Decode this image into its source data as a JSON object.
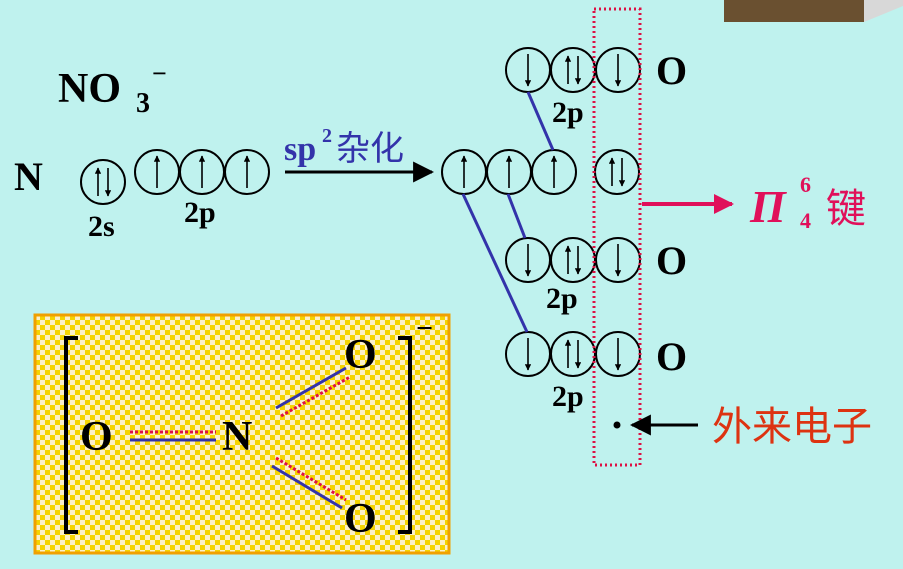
{
  "title": {
    "formula_main": "NO",
    "formula_sub": "3",
    "formula_sup": "−"
  },
  "nitrogen": {
    "symbol": "N",
    "label_2s": "2s",
    "label_2p": "2p"
  },
  "hybrid_arrow": {
    "label_sp": "sp",
    "label_sup": "2",
    "label_cn": "杂化"
  },
  "oxygen_rows": [
    {
      "symbol": "O",
      "label": "2p"
    },
    {
      "symbol": "O",
      "label": "2p"
    },
    {
      "symbol": "O",
      "label": "2p"
    }
  ],
  "pi_bond": {
    "symbol": "Π",
    "sub": "4",
    "sup": "6",
    "word": "键"
  },
  "extra_electron": {
    "label": "外来电子"
  },
  "structure": {
    "charge": "−",
    "left_o": "O",
    "center_n": "N",
    "top_o": "O",
    "bottom_o": "O"
  },
  "colors": {
    "background": "#bff2ee",
    "bond_blue": "#3333aa",
    "dotted_red": "#dd1144",
    "pi_red": "#e0105a",
    "electron_label": "#dd3311",
    "box_border": "#f0a000",
    "box_fill": "#f5d400"
  }
}
